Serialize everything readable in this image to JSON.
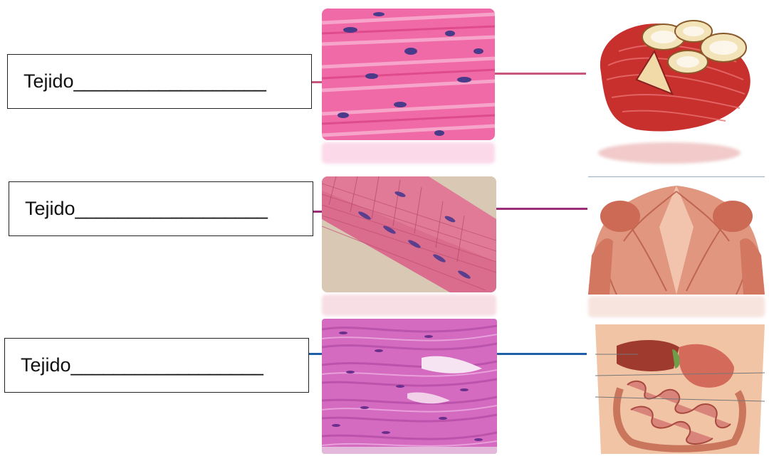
{
  "worksheet": {
    "rows": [
      {
        "label": "Tejido__________________",
        "line_color": "#c8567a"
      },
      {
        "label": "Tejido__________________",
        "line_color": "#9a2e7a"
      },
      {
        "label": "Tejido__________________",
        "line_color": "#1f5fa8"
      }
    ],
    "images": {
      "row1_micro": "cardiac-muscle-micrograph",
      "row1_organ": "heart-illustration",
      "row2_micro": "skeletal-muscle-micrograph",
      "row2_organ": "back-muscles-illustration",
      "row3_micro": "smooth-muscle-micrograph",
      "row3_organ": "abdominal-organs-illustration"
    }
  }
}
